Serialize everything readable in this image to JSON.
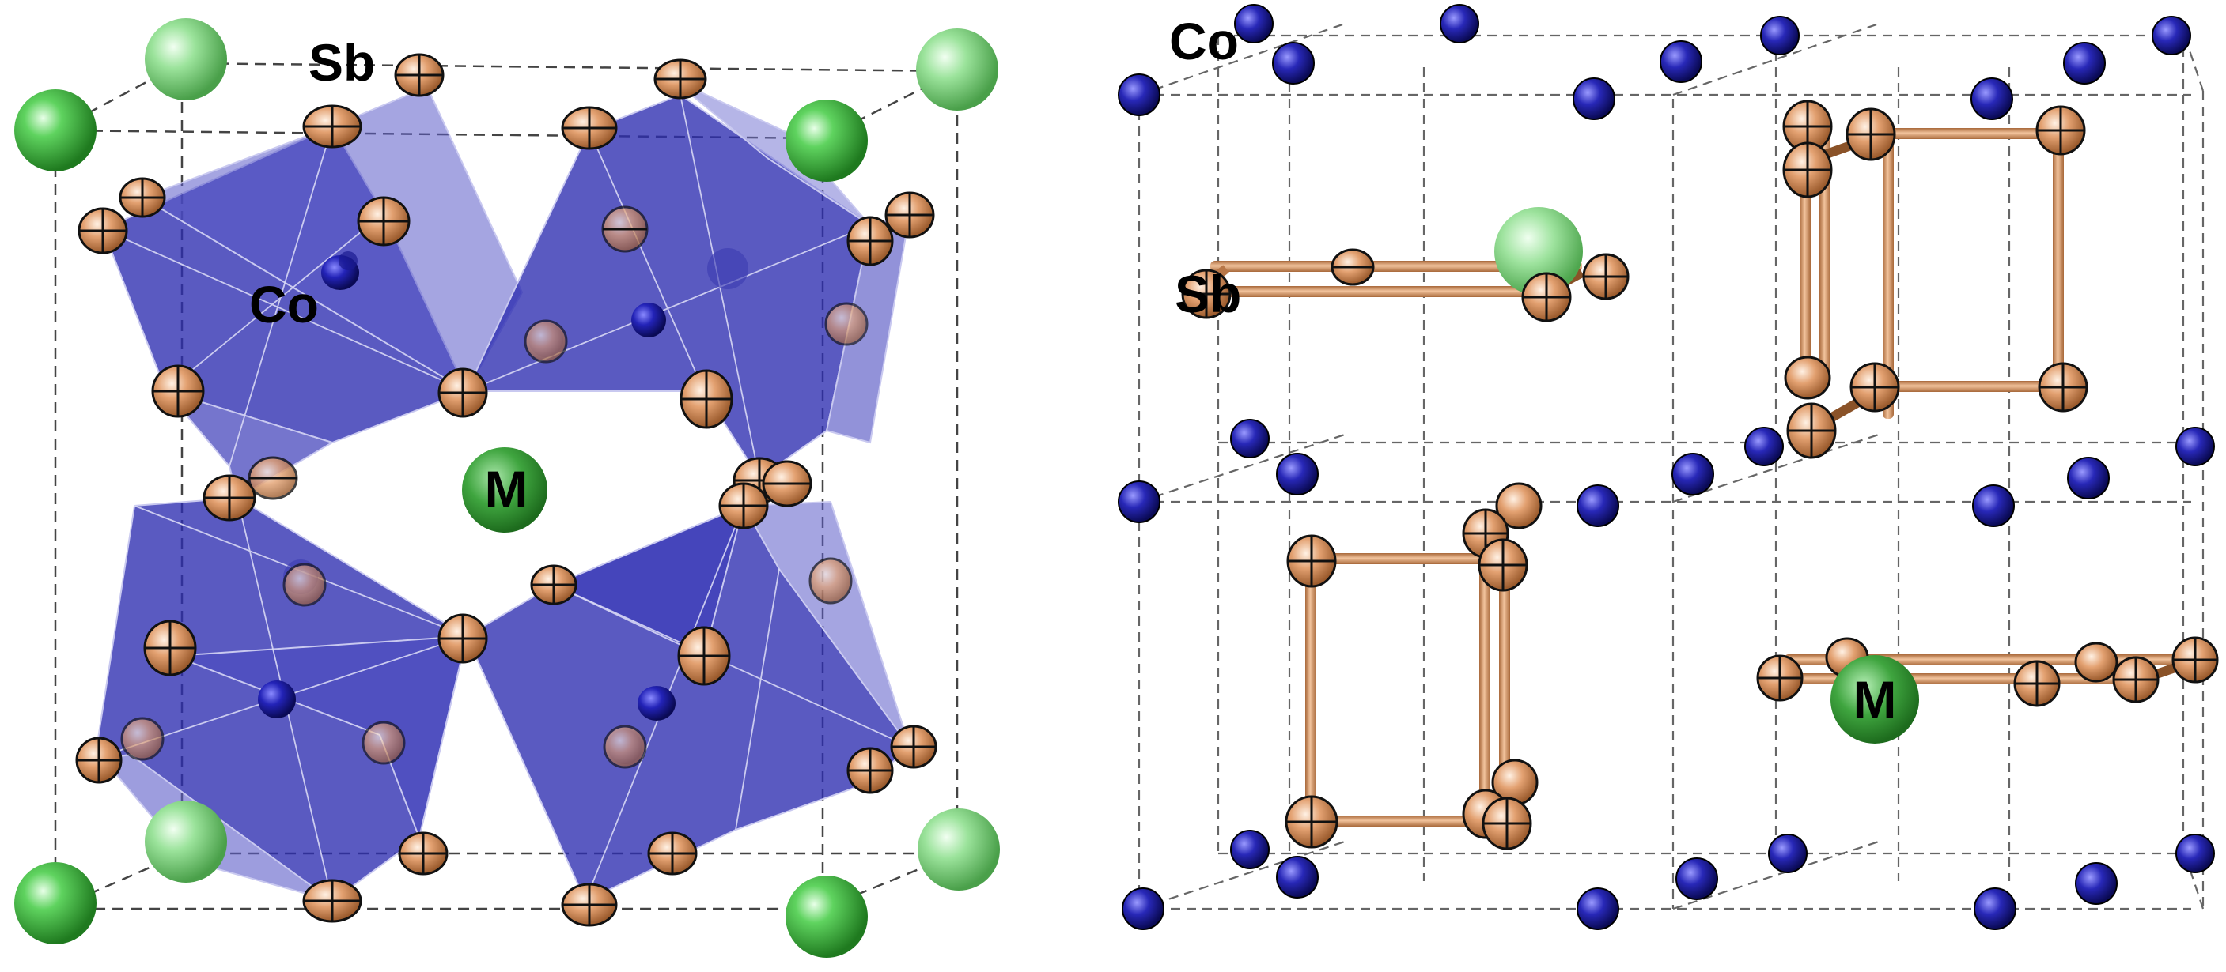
{
  "left_panel": {
    "labels": {
      "sb": "Sb",
      "co": "Co",
      "m": "M"
    }
  },
  "right_panel": {
    "labels": {
      "co": "Co",
      "sb": "Sb",
      "m": "M"
    }
  },
  "colors": {
    "cobalt": "#1f1f9c",
    "octahedron": "#3b3bb5",
    "antimony": "#d9925e",
    "bond": "#d08a58",
    "guest_m": "#3aa33a",
    "corner_sphere": "#33aa33",
    "cell_line": "#555555"
  }
}
